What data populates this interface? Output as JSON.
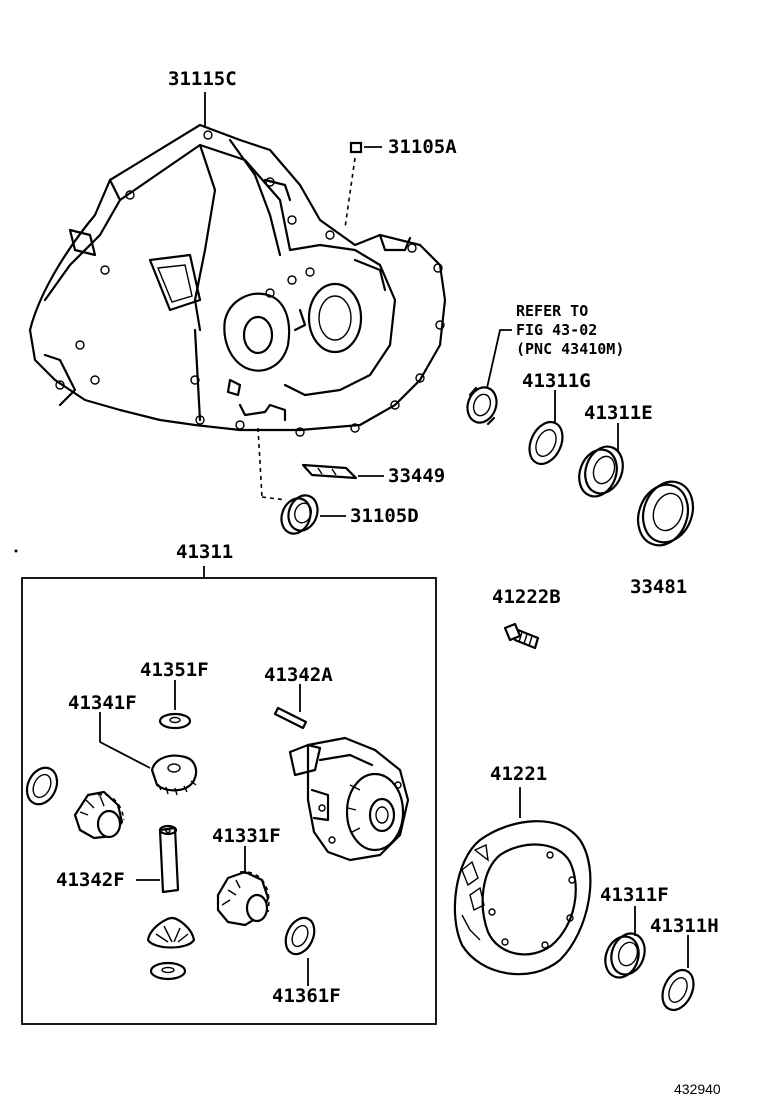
{
  "labels": {
    "p31115C": "31115C",
    "p31105A": "31105A",
    "refer_line1": "REFER TO",
    "refer_line2": "FIG 43-02",
    "refer_line3": "(PNC 43410M)",
    "p41311G": "41311G",
    "p41311E": "41311E",
    "p33449": "33449",
    "p31105D": "31105D",
    "p33481": "33481",
    "p41311": "41311",
    "p41222B": "41222B",
    "p41351F": "41351F",
    "p41342A": "41342A",
    "p41341F": "41341F",
    "p41331F": "41331F",
    "p41342F": "41342F",
    "p41221": "41221",
    "p41311F": "41311F",
    "p41311H": "41311H",
    "p41361F": "41361F"
  },
  "figure_id": "432940"
}
